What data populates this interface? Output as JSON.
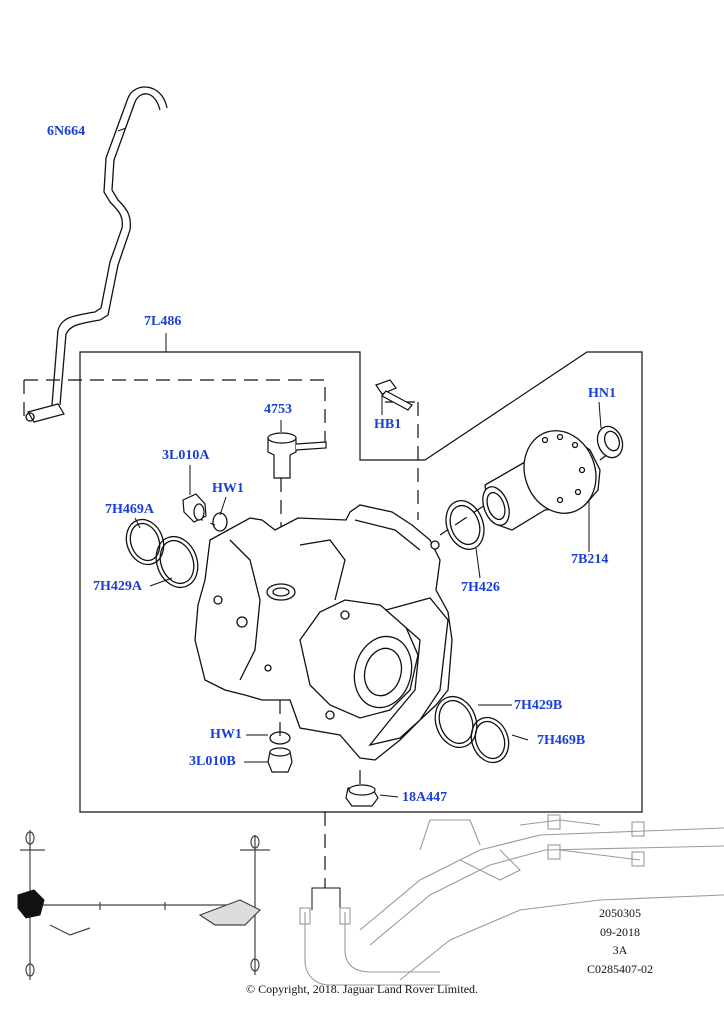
{
  "labels": {
    "pipe": "6N664",
    "housing_group": "7L486",
    "bolt": "HB1",
    "sensor": "4753",
    "plug_a": "3L010A",
    "washer_a": "HW1",
    "seal_a": "7H469A",
    "ring_a": "7H429A",
    "flange_nut": "HN1",
    "flange_seal": "7H426",
    "flange": "7B214",
    "ring_b": "7H429B",
    "seal_b": "7H469B",
    "washer_b": "HW1",
    "plug_b": "3L010B",
    "mount": "18A447"
  },
  "info": {
    "number": "2050305",
    "date": "09-2018",
    "rev": "3A",
    "code": "C0285407-02"
  },
  "copyright": "© Copyright, 2018. Jaguar Land Rover Limited.",
  "colors": {
    "label": "#1a3fd6",
    "line": "#111111",
    "ghost": "#9a9a9a"
  }
}
